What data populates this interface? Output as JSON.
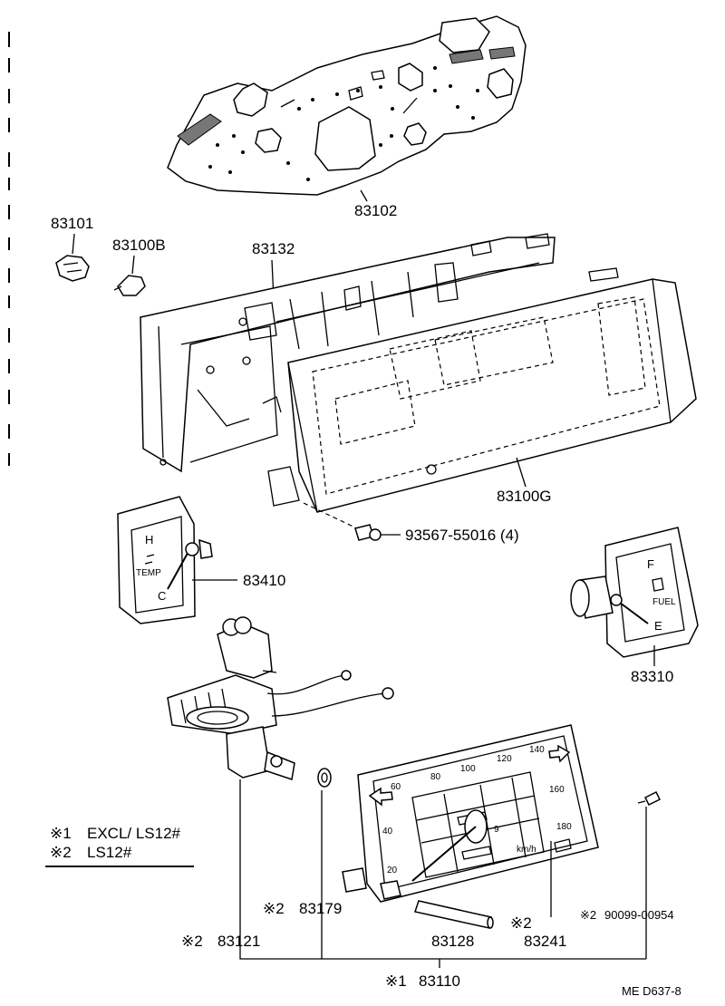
{
  "labels": {
    "p83102": "83102",
    "p83101": "83101",
    "p83100b": "83100B",
    "p83132": "83132",
    "p83100g": "83100G",
    "p93567": "93567-55016 (4)",
    "p83410": "83410",
    "p83310": "83310",
    "p83179": "83179",
    "p83121": "83121",
    "p83128": "83128",
    "p83241": "83241",
    "p90099": "90099-00954",
    "p83110": "83110",
    "drawing_code": "ME  D637-8"
  },
  "marks": {
    "m1": "※1",
    "m2": "※2"
  },
  "legend": {
    "line1_mark": "※1",
    "line1_text": "EXCL/ LS12#",
    "line2_mark": "※2",
    "line2_text": "LS12#"
  },
  "temp_gauge": {
    "hot": "H",
    "cold": "C",
    "label": "TEMP"
  },
  "fuel_gauge": {
    "full": "F",
    "empty": "E",
    "label": "FUEL"
  },
  "speedometer": {
    "scale": [
      "20",
      "40",
      "60",
      "80",
      "100",
      "120",
      "140",
      "160",
      "180"
    ],
    "unit": "km/h",
    "odo_digit": "9"
  }
}
